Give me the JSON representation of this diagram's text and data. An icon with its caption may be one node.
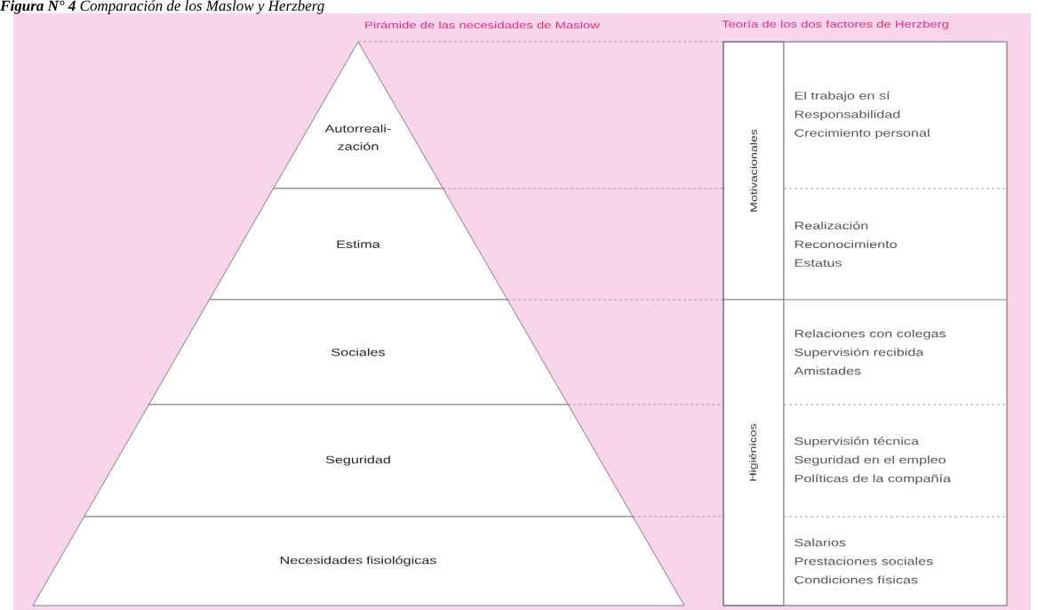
{
  "diagram": {
    "title": "**Figura N° 4** Comparación de los Maslow y Herzberg",
    "nodes": [
      {
        "text": [
          "Autorreali- zación"
        ]
      },
      {
        "text": [
          "Estima"
        ]
      },
      {
        "text": [
          "Sociales"
        ]
      },
      {
        "text": [
          "Seguridad"
        ]
      },
      {
        "text": [
          "Necesidades fisiológicas"
        ]
      },
      {
        "text": [
          "Motivacionales"
        ]
      },
      {
        "text": [
          "El trabajo en sí",
          "Responsabilidad",
          "Crecimiento personal"
        ]
      },
      {
        "text": [
          "Realización",
          "Reconocimiento",
          "Estatus"
        ]
      },
      {
        "text": [
          "Higiénicos"
        ]
      },
      {
        "text": [
          "Relaciones con colegas",
          "Supervisión recibida",
          "Amistades"
        ]
      },
      {
        "text": [
          "Supervisión técnica",
          "Seguridad en el empleo",
          "Políticas de la compañía"
        ]
      },
      {
        "text": [
          "Salarios",
          "Prestaciones sociales",
          "Condiciones físicas"
        ]
      }
    ],
    "labels": [
      "Pirámide de las necesidades de Maslow",
      "Teoría de los dos factores de Herzberg"
    ]
  }
}
